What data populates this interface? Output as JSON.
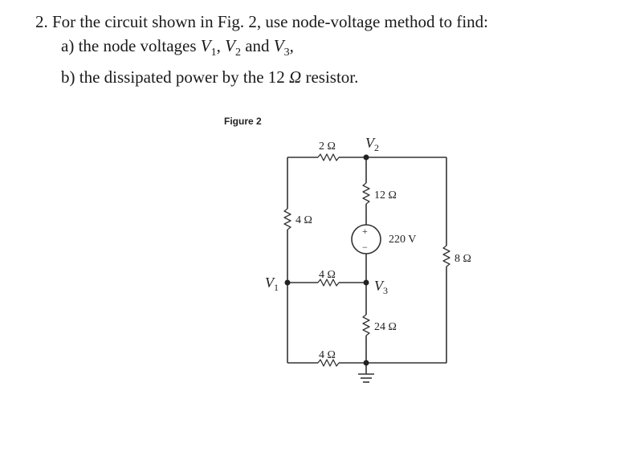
{
  "problem": {
    "number": "2.",
    "intro": "For the circuit shown in Fig. 2, use node-voltage method to find:",
    "part_a": {
      "label": "a)",
      "text_before": "the node voltages",
      "v1_letter": "V",
      "v1_sub": "1",
      "sep1": ",",
      "v2_letter": "V",
      "v2_sub": "2",
      "and_word": "and",
      "v3_letter": "V",
      "v3_sub": "3",
      "text_after": ","
    },
    "part_b": {
      "label": "b)",
      "text_before": "the dissipated power by the 12",
      "omega": "Ω",
      "text_after": "resistor."
    }
  },
  "figure": {
    "label": "Figure 2",
    "components": {
      "r_top": "2 Ω",
      "r_left": "4 Ω",
      "r_middle": "4 Ω",
      "r_bottom": "4 Ω",
      "r_12": "12 Ω",
      "r_24": "24 Ω",
      "r_right": "8 Ω",
      "source_value": "220 V",
      "source_plus": "+",
      "source_minus": "−"
    },
    "nodes": {
      "v1_letter": "V",
      "v1_sub": "1",
      "v2_letter": "V",
      "v2_sub": "2",
      "v3_letter": "V",
      "v3_sub": "3"
    }
  }
}
